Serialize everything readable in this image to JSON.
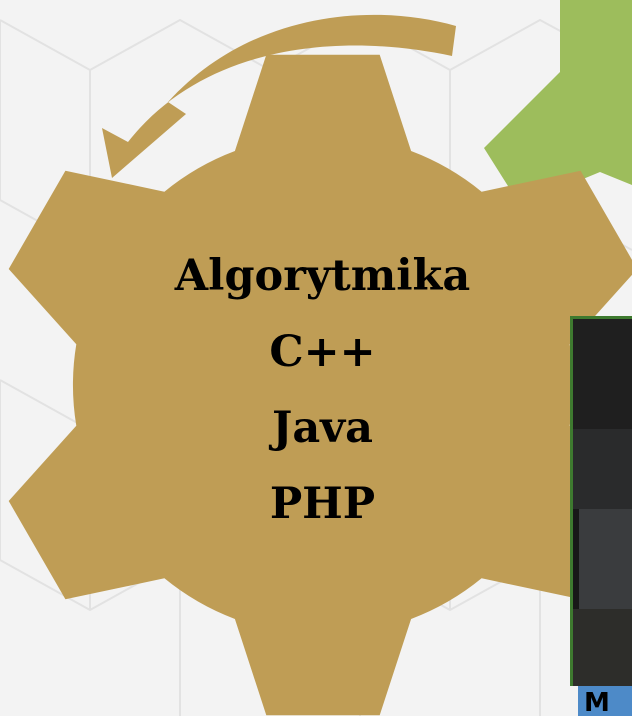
{
  "colors": {
    "background": "#f3f3f3",
    "gear": "#bf9d55",
    "green_shape": "#9dbd5c",
    "pattern_line": "#e2e2e2",
    "caption_bar": "#4d8ac8",
    "photo_frame": "#3e7a2f"
  },
  "icons": {
    "gear": "gear-icon",
    "rotate_arrow": "curved-arrow-icon"
  },
  "gear": {
    "items": [
      "Algorytmika",
      "C++",
      "Java",
      "PHP"
    ]
  },
  "caption": {
    "text": "M"
  }
}
